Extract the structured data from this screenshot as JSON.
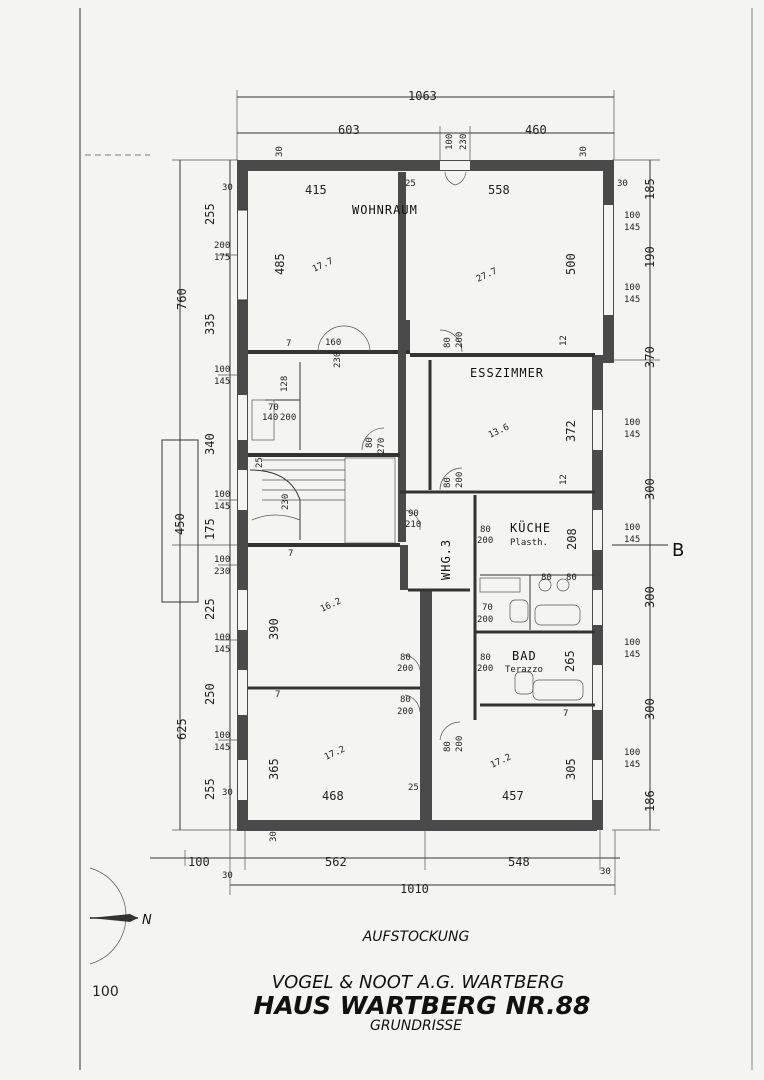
{
  "rooms": {
    "wohnraum": "WOHNRAUM",
    "esszimmer": "ESSZIMMER",
    "kueche": "KÜCHE",
    "kueche_floor": "Plasth.",
    "bad": "BAD",
    "bad_floor": "Terazzo",
    "whg": "WHG.3"
  },
  "areas": {
    "a1": "17.7",
    "a2": "27.7",
    "a3": "13.6",
    "a4": "16.2",
    "a5": "17.2",
    "a6": "17.2"
  },
  "dims": {
    "top_total": "1063",
    "top_left": "603",
    "top_right": "460",
    "top_door_w": "100",
    "top_door_h": "230",
    "bottom_total": "1010",
    "bottom_left": "562",
    "bottom_right": "548",
    "bottom_30a": "30",
    "bottom_30b": "30",
    "bottom_100": "100",
    "left_760": "760",
    "left_625": "625",
    "left_450": "450",
    "left_255a": "255",
    "left_335": "335",
    "left_340": "340",
    "left_175": "175",
    "left_225": "225",
    "left_250": "250",
    "left_255b": "255",
    "left_200": "200",
    "left_175b": "175",
    "left_100a": "100",
    "left_145a": "145",
    "left_100b": "100",
    "left_145b": "145",
    "left_100c": "100",
    "left_230": "230",
    "left_100d": "100",
    "left_145c": "145",
    "left_100e": "100",
    "left_145d": "145",
    "right_185": "185",
    "right_100a": "100",
    "right_145a": "145",
    "right_190": "190",
    "right_100b": "100",
    "right_145b": "145",
    "right_370": "370",
    "right_100c": "100",
    "right_145c": "145",
    "right_300a": "300",
    "right_100d": "100",
    "right_145d": "145",
    "right_300b": "300",
    "right_100e": "100",
    "right_145e": "145",
    "right_300c": "300",
    "right_100f": "100",
    "right_145f": "145",
    "right_186": "186",
    "r_415": "415",
    "r_558": "558",
    "r_485": "485",
    "r_500": "500",
    "r_372": "372",
    "r_390": "390",
    "r_365": "365",
    "r_468": "468",
    "r_457": "457",
    "r_305": "305",
    "r_265": "265",
    "r_208": "208",
    "r_128": "128",
    "r_30a": "30",
    "r_30b": "30",
    "r_30c": "30",
    "r_30d": "30",
    "r_30e": "30",
    "r_30f": "30",
    "r_25a": "25",
    "r_25b": "25",
    "r_25c": "25",
    "r_12a": "12",
    "r_12b": "12",
    "r_7a": "7",
    "r_7b": "7",
    "r_7c": "7",
    "r_7d": "7",
    "d_160": "160",
    "d_230": "230",
    "d_80_200a": "80",
    "d_200a": "200",
    "d_80_270": "80",
    "d_270": "270",
    "d_80_200b": "80",
    "d_200b": "200",
    "d_90": "90",
    "d_210": "210",
    "d_80_200c": "80",
    "d_200c": "200",
    "d_70": "70",
    "d_200d": "200",
    "d_80_200d": "80",
    "d_200e": "200",
    "d_80_200e": "80",
    "d_200f": "200",
    "d_80_200f": "80",
    "d_200g": "200",
    "d_80_200g": "80",
    "d_200h": "200",
    "d_80k": "80",
    "d_80l": "80",
    "d_70b": "70",
    "d_140": "140",
    "d_200i": "200",
    "d_230st": "230"
  },
  "markers": {
    "section_b": "B",
    "north": "N",
    "scale": "100"
  },
  "titleblock": {
    "subtitle": "AUFSTOCKUNG",
    "company": "VOGEL & NOOT A.G. WARTBERG",
    "title": "HAUS WARTBERG NR.88",
    "caption": "GRUNDRISSE"
  }
}
